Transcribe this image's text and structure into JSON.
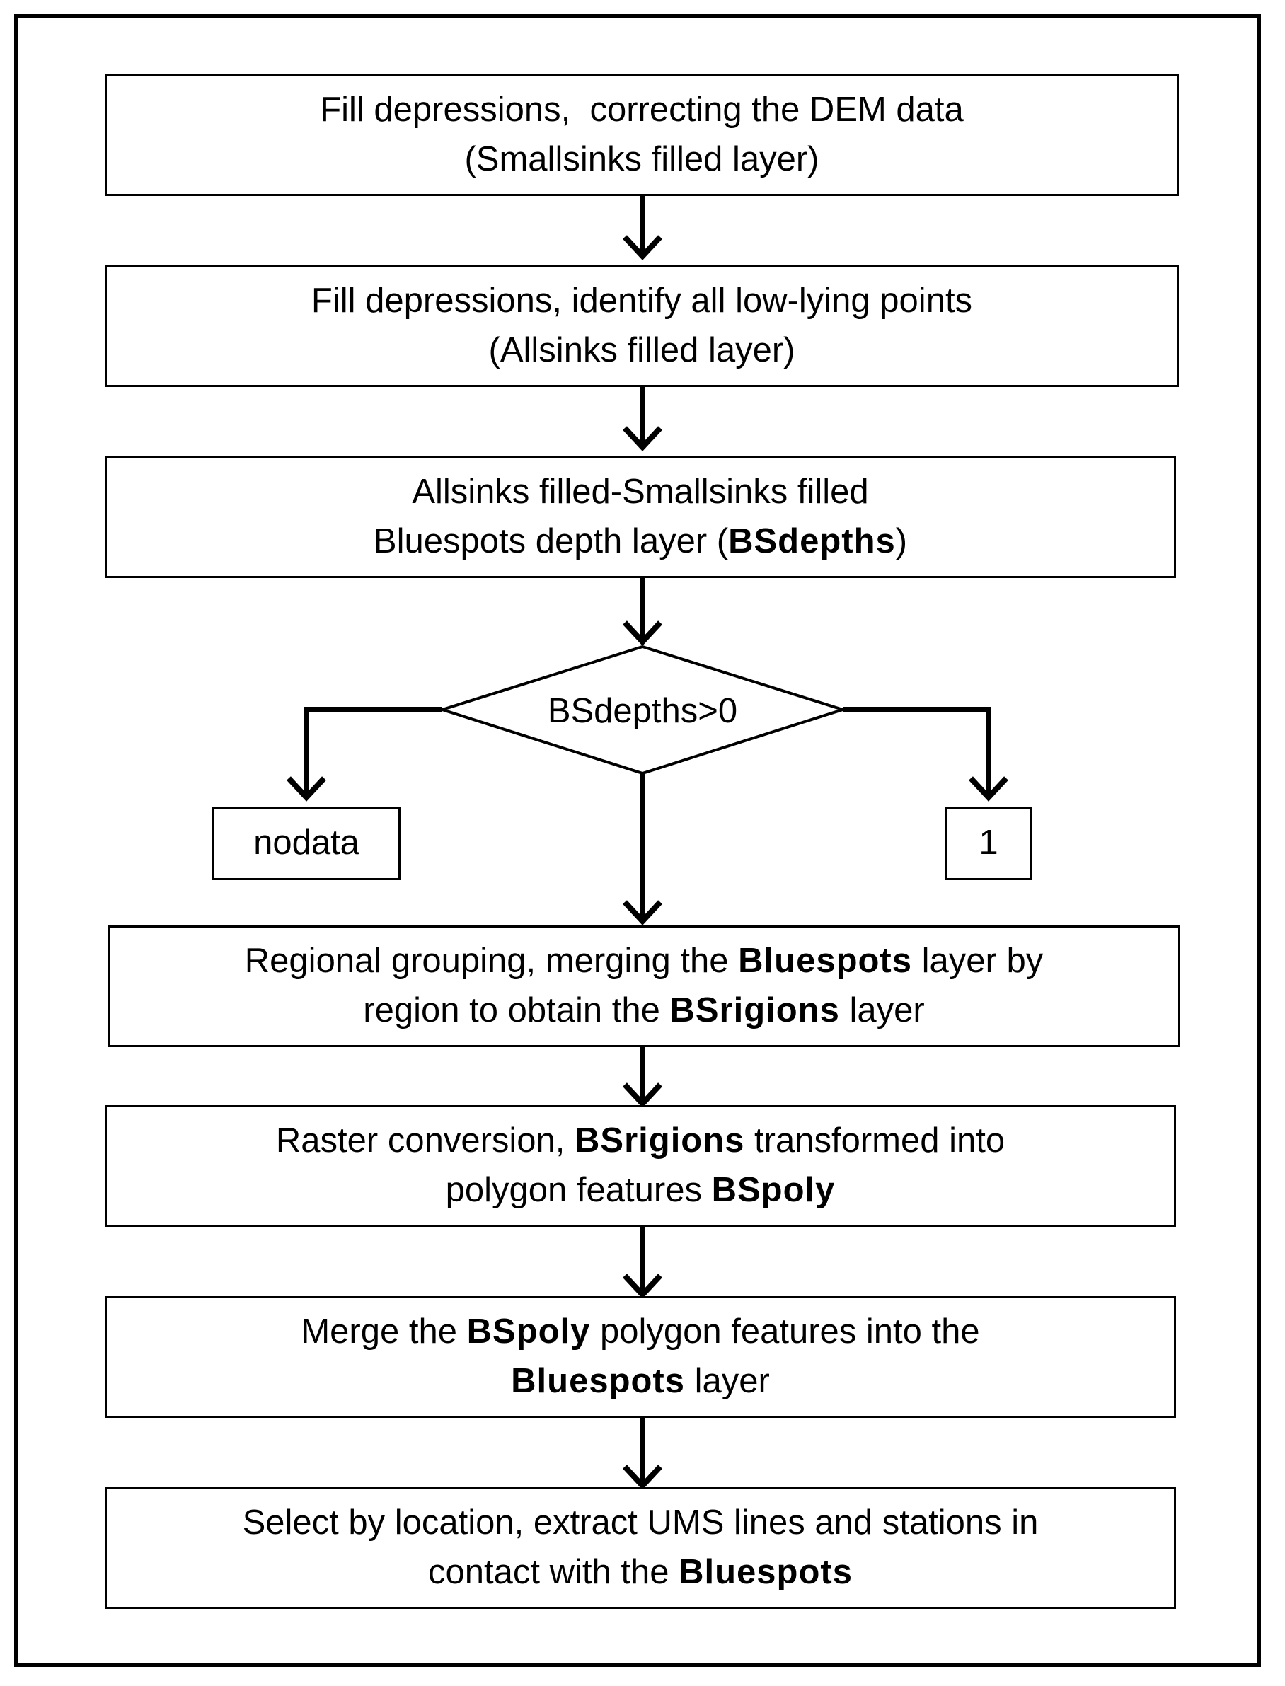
{
  "steps": [
    {
      "line1": [
        {
          "t": "Fill depressions,  correcting the DEM data",
          "b": false
        }
      ],
      "line2": [
        {
          "t": "(Smallsinks filled layer)",
          "b": false
        }
      ]
    },
    {
      "line1": [
        {
          "t": "Fill depressions, identify all low-lying points",
          "b": false
        }
      ],
      "line2": [
        {
          "t": "(Allsinks filled layer)",
          "b": false
        }
      ]
    },
    {
      "line1": [
        {
          "t": "Allsinks filled-Smallsinks filled",
          "b": false
        }
      ],
      "line2": [
        {
          "t": "Bluespots depth layer (",
          "b": false
        },
        {
          "t": "BSdepths",
          "b": true
        },
        {
          "t": ")",
          "b": false
        }
      ]
    }
  ],
  "decision": {
    "label": "BSdepths>0",
    "left_output": "nodata",
    "right_output": "1"
  },
  "steps_after": [
    {
      "line1": [
        {
          "t": "Regional grouping, merging the ",
          "b": false
        },
        {
          "t": "Bluespots",
          "b": true
        },
        {
          "t": " layer by",
          "b": false
        }
      ],
      "line2": [
        {
          "t": "region to obtain the ",
          "b": false
        },
        {
          "t": "BSrigions",
          "b": true
        },
        {
          "t": " layer",
          "b": false
        }
      ]
    },
    {
      "line1": [
        {
          "t": "Raster conversion, ",
          "b": false
        },
        {
          "t": "BSrigions",
          "b": true
        },
        {
          "t": " transformed into",
          "b": false
        }
      ],
      "line2": [
        {
          "t": "polygon features ",
          "b": false
        },
        {
          "t": "BSpoly",
          "b": true
        }
      ]
    },
    {
      "line1": [
        {
          "t": "Merge the ",
          "b": false
        },
        {
          "t": "BSpoly",
          "b": true
        },
        {
          "t": " polygon features into the",
          "b": false
        }
      ],
      "line2": [
        {
          "t": "Bluespots",
          "b": true
        },
        {
          "t": " layer",
          "b": false
        }
      ]
    },
    {
      "line1": [
        {
          "t": "Select by location, extract UMS lines and stations in",
          "b": false
        }
      ],
      "line2": [
        {
          "t": "contact with the ",
          "b": false
        },
        {
          "t": "Bluespots",
          "b": true
        }
      ]
    }
  ]
}
